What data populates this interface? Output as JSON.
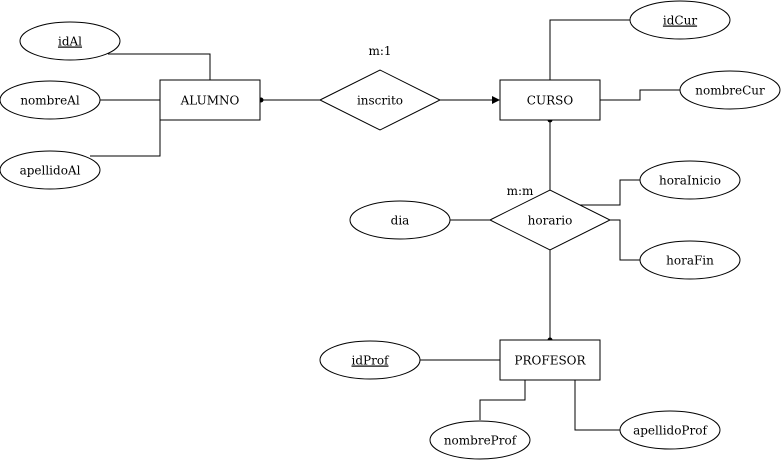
{
  "entities": {
    "alumno": "ALUMNO",
    "curso": "CURSO",
    "profesor": "PROFESOR"
  },
  "relationships": {
    "inscrito": "inscrito",
    "horario": "horario"
  },
  "attributes": {
    "idAl": "idAl",
    "nombreAl": "nombreAl",
    "apellidoAl": "apellidoAl",
    "idCur": "idCur",
    "nombreCur": "nombreCur",
    "horaInicio": "horaInicio",
    "horaFin": "horaFin",
    "dia": "dia",
    "idProf": "idProf",
    "nombreProf": "nombreProf",
    "apellidoProf": "apellidoProf"
  },
  "cardinalities": {
    "inscrito": "m:1",
    "horario": "m:m"
  }
}
